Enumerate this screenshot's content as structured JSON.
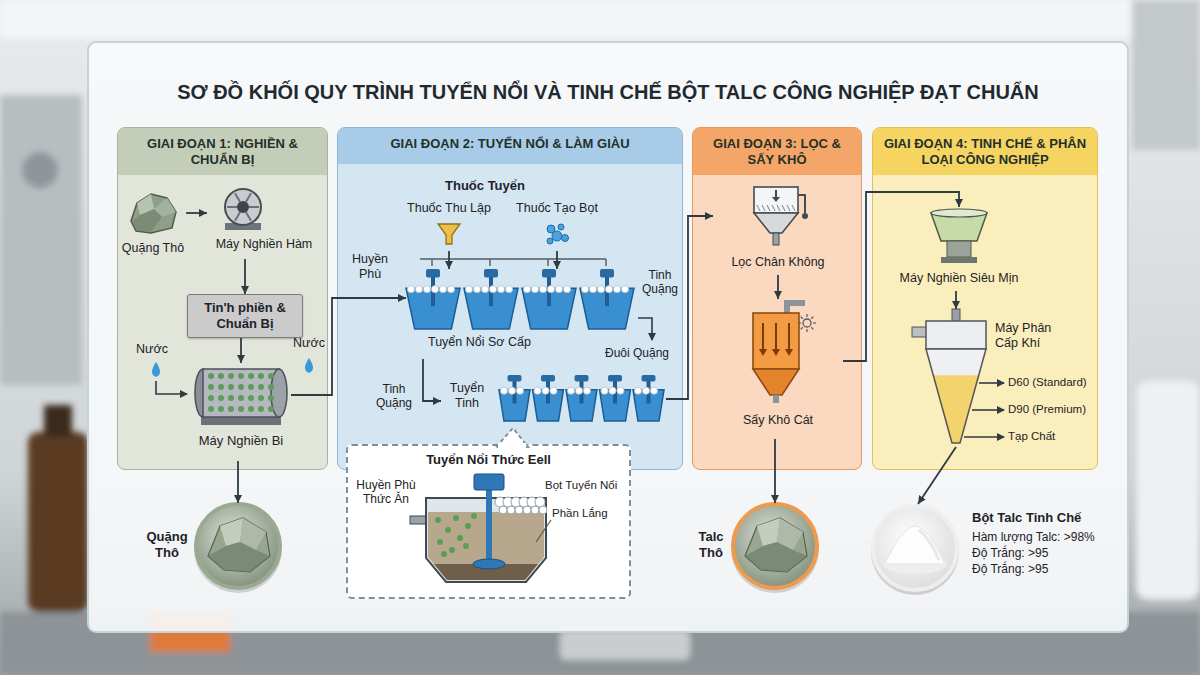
{
  "diagram": {
    "title": "SƠ ĐỒ KHỐI QUY TRÌNH TUYỂN NỔI VÀ TINH CHẾ BỘT TALC CÔNG NGHIỆP ĐẠT CHUẨN",
    "nodes": [
      {
        "text": [
          "GIAI ĐOẠN 1: NGHIỀN & CHUẨN BỊ"
        ]
      },
      {
        "text": [
          "Quặng Thô"
        ],
        "in": 0
      },
      {
        "text": [
          "Máy Nghiền Hàm"
        ],
        "in": 0
      },
      {
        "text": [
          "Tin'h phiền & Chuẩn Bị"
        ],
        "in": 0
      },
      {
        "text": [
          "Máy Nghiền Bi"
        ],
        "in": 0
      },
      {
        "text": [
          "GIAI ĐOẠN 2: TUYỂN NỔI & LÀM GIÀU"
        ]
      },
      {
        "text": [
          "Thuốc Thu Lập"
        ],
        "in": 5
      },
      {
        "text": [
          "Thuốc Tạo Bọt"
        ],
        "in": 5
      },
      {
        "text": [
          "Tuyển Nổi Sơ Cấp"
        ],
        "in": 5
      },
      {
        "text": [
          "Tuyển Tinh"
        ],
        "in": 5
      },
      {
        "text": [
          "Tuyển Nổi Thức Eell"
        ],
        "in": 5
      },
      {
        "text": [
          "GIAI ĐOẠN 3: LỌC & SẤY KHÔ"
        ]
      },
      {
        "text": [
          "Lọc Chân Không"
        ],
        "in": 11
      },
      {
        "text": [
          "Sấy Khô Cát"
        ],
        "in": 11
      },
      {
        "text": [
          "GIAI ĐOẠN 4: TINH CHẾ & PHÂN LOẠI CÔNG NGHIỆP"
        ]
      },
      {
        "text": [
          "Máy Nghiền Siêu Mịn"
        ],
        "in": 14
      },
      {
        "text": [
          "Máy Phân Cấp Khí"
        ],
        "in": 14
      },
      {
        "text": [
          "Quặng Thô"
        ]
      },
      {
        "text": [
          "Talc Thô"
        ]
      },
      {
        "text": [
          "Bột Talc Tinh Chế",
          "Hàm lượng Talc: >98%",
          "Độ Trắng: >95",
          "Độ Trắng: >95"
        ]
      }
    ],
    "edges": [
      {
        "from": 1,
        "to": 2,
        "arrow": "to"
      },
      {
        "from": 2,
        "to": 3,
        "arrow": "to"
      },
      {
        "from": 3,
        "to": 4,
        "arrow": "to"
      },
      {
        "from": 4,
        "to": 17,
        "arrow": "to"
      },
      {
        "from": 4,
        "to": 8,
        "arrow": "to"
      },
      {
        "from": 6,
        "to": 8,
        "arrow": "to"
      },
      {
        "from": 7,
        "to": 8,
        "arrow": "to"
      },
      {
        "from": 8,
        "to": 9,
        "arrow": "to"
      },
      {
        "from": 9,
        "to": 12,
        "arrow": "to"
      },
      {
        "from": 12,
        "to": 13,
        "arrow": "to"
      },
      {
        "from": 13,
        "to": 18,
        "arrow": "to"
      },
      {
        "from": 13,
        "to": 15,
        "arrow": "to"
      },
      {
        "from": 15,
        "to": 16,
        "arrow": "to"
      },
      {
        "from": 16,
        "to": 19,
        "arrow": "to"
      }
    ],
    "labels": [
      "Nước",
      "Nước",
      "Thuốc Tuyển",
      "Huyền Phù",
      "Tinh Quặng",
      "Đuôi Quặng",
      "Tinh Quặng",
      "Huyền Phù Thức Ăn",
      "Bọt Tuyển Nổi",
      "Phần Lắng",
      "D60 (Standard)",
      "D90 (Premium)",
      "Tạp Chất"
    ]
  }
}
